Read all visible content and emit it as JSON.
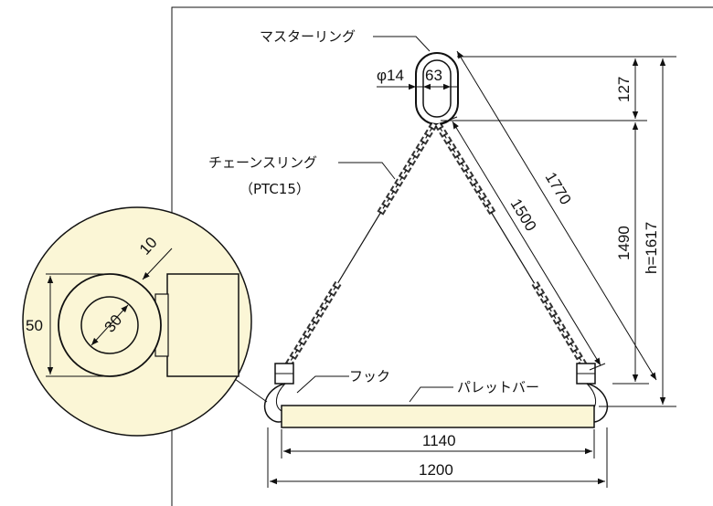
{
  "labels": {
    "master_ring": "マスターリング",
    "chain_sling": "チェーンスリング",
    "chain_model": "（PTC15）",
    "hook": "フック",
    "pallet_bar": "パレットバー"
  },
  "dims": {
    "ring_wire": "φ14",
    "ring_inner": "63",
    "ring_height": "127",
    "leg_length": "1500",
    "leg_overall": "1770",
    "vertical_1490": "1490",
    "total_height": "h=1617",
    "bar_inner": "1140",
    "bar_overall": "1200",
    "detail_wire": "10",
    "detail_bore": "30",
    "detail_height": "50"
  },
  "colors": {
    "detail_fill": "#fbf6d6",
    "bar_fill": "#fbf6d6",
    "line": "#111111"
  }
}
